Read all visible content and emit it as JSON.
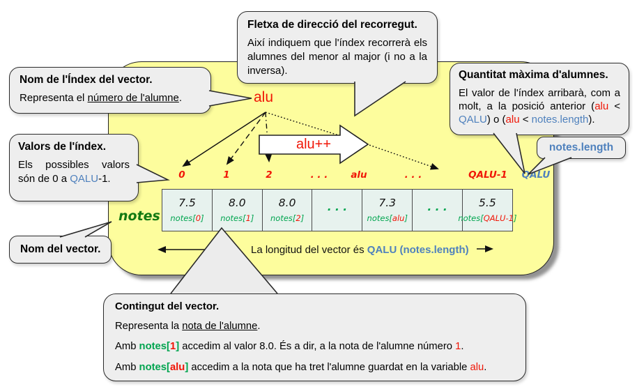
{
  "colors": {
    "red": "#f01607",
    "green": "#00a44f",
    "green_dark": "#127a12",
    "blue": "#4f81bd",
    "yellow": "#fdfd9d"
  },
  "callouts": {
    "direction": {
      "title": "Fletxa de direcció del recorregut.",
      "body": "Així indiquem que l'índex recorrerà els alumnes del menor al major (i no a la inversa)."
    },
    "index_name": {
      "title": "Nom de l'Índex del vector.",
      "segs": [
        "Representa el ",
        "número de l'alumne",
        "."
      ]
    },
    "index_values": {
      "title": "Valors de l'índex.",
      "segs": [
        "Els possibles valors són de 0 a ",
        "QALU",
        "-1."
      ]
    },
    "max_quantity": {
      "title": "Quantitat màxima d'alumnes.",
      "segs": [
        "El valor de l'índex arribarà, com a molt, a la posició anterior (",
        "alu",
        " < ",
        "QALU",
        ") o (",
        "alu",
        " < ",
        "notes.length",
        ")."
      ]
    },
    "notes_length_badge": {
      "label": "notes.length"
    },
    "vector_name": {
      "title": "Nom del vector."
    },
    "content": {
      "title": "Contingut del vector.",
      "line1": [
        "Representa la ",
        "nota de l'alumne",
        "."
      ],
      "line2": [
        "Amb ",
        "notes[",
        "1",
        "]",
        " accedim al valor 8.0. És a dir, a la nota de l'alumne número ",
        "1",
        "."
      ],
      "line3": [
        "Amb ",
        "notes[",
        "alu",
        "]",
        " accedim a la nota que ha tret l'alumne guardat en la variable ",
        "alu",
        "."
      ]
    }
  },
  "diagram": {
    "index_var": "alu",
    "increment_label": "alu++",
    "index_row": [
      "0",
      "1",
      "2",
      ". . .",
      "alu",
      ". . .",
      "QALU-1"
    ],
    "length_var": "QALU",
    "vector_label": "notes",
    "cells": [
      {
        "value": "7.5",
        "pre": "notes[",
        "idx": "0",
        "post": "]"
      },
      {
        "value": "8.0",
        "pre": "notes[",
        "idx": "1",
        "post": "]"
      },
      {
        "value": "8.0",
        "pre": "notes[",
        "idx": "2",
        "post": "]"
      },
      {
        "value": ". . ."
      },
      {
        "value": "7.3",
        "pre": "notes[",
        "idx": "alu",
        "post": "]"
      },
      {
        "value": ". . ."
      },
      {
        "value": "5.5",
        "pre": "notes[",
        "idx": "QALU-1",
        "post": "]"
      }
    ],
    "length_line": [
      "La longitud del vector és ",
      "QALU (notes.length)"
    ]
  }
}
